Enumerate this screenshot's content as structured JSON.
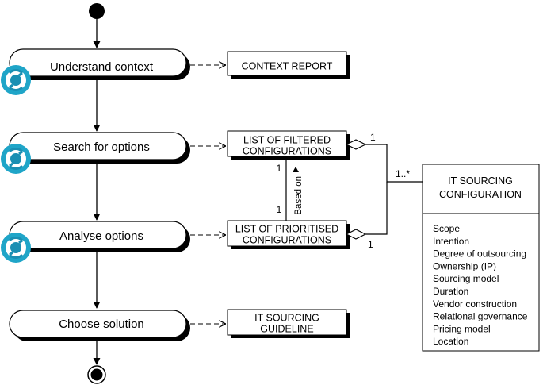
{
  "activities": [
    {
      "label": "Understand context"
    },
    {
      "label": "Search for options"
    },
    {
      "label": "Analyse options"
    },
    {
      "label": "Choose solution"
    }
  ],
  "artifacts": [
    {
      "lines": [
        "CONTEXT REPORT"
      ]
    },
    {
      "lines": [
        "LIST OF FILTERED",
        "CONFIGURATIONS"
      ]
    },
    {
      "lines": [
        "LIST OF PRIORITISED",
        "CONFIGURATIONS"
      ]
    },
    {
      "lines": [
        "IT SOURCING",
        "GUIDELINE"
      ]
    }
  ],
  "config_class": {
    "title_lines": [
      "IT SOURCING",
      "CONFIGURATION"
    ],
    "attributes": [
      "Scope",
      "Intention",
      "Degree of outsourcing",
      "Ownership (IP)",
      "Sourcing model",
      "Duration",
      "Vendor construction",
      "Relational governance",
      "Pricing model",
      "Location"
    ]
  },
  "associations": {
    "filtered_mult": "1",
    "prioritised_mult": "1",
    "config_mult": "1..*",
    "based_on_top_mult": "1",
    "based_on_bottom_mult": "1",
    "based_on_label": "Based on"
  },
  "colors": {
    "icon_outer": "#1fa5c8",
    "icon_inner": "#1a8fb3",
    "shadow": "#000000",
    "line": "#000000"
  }
}
